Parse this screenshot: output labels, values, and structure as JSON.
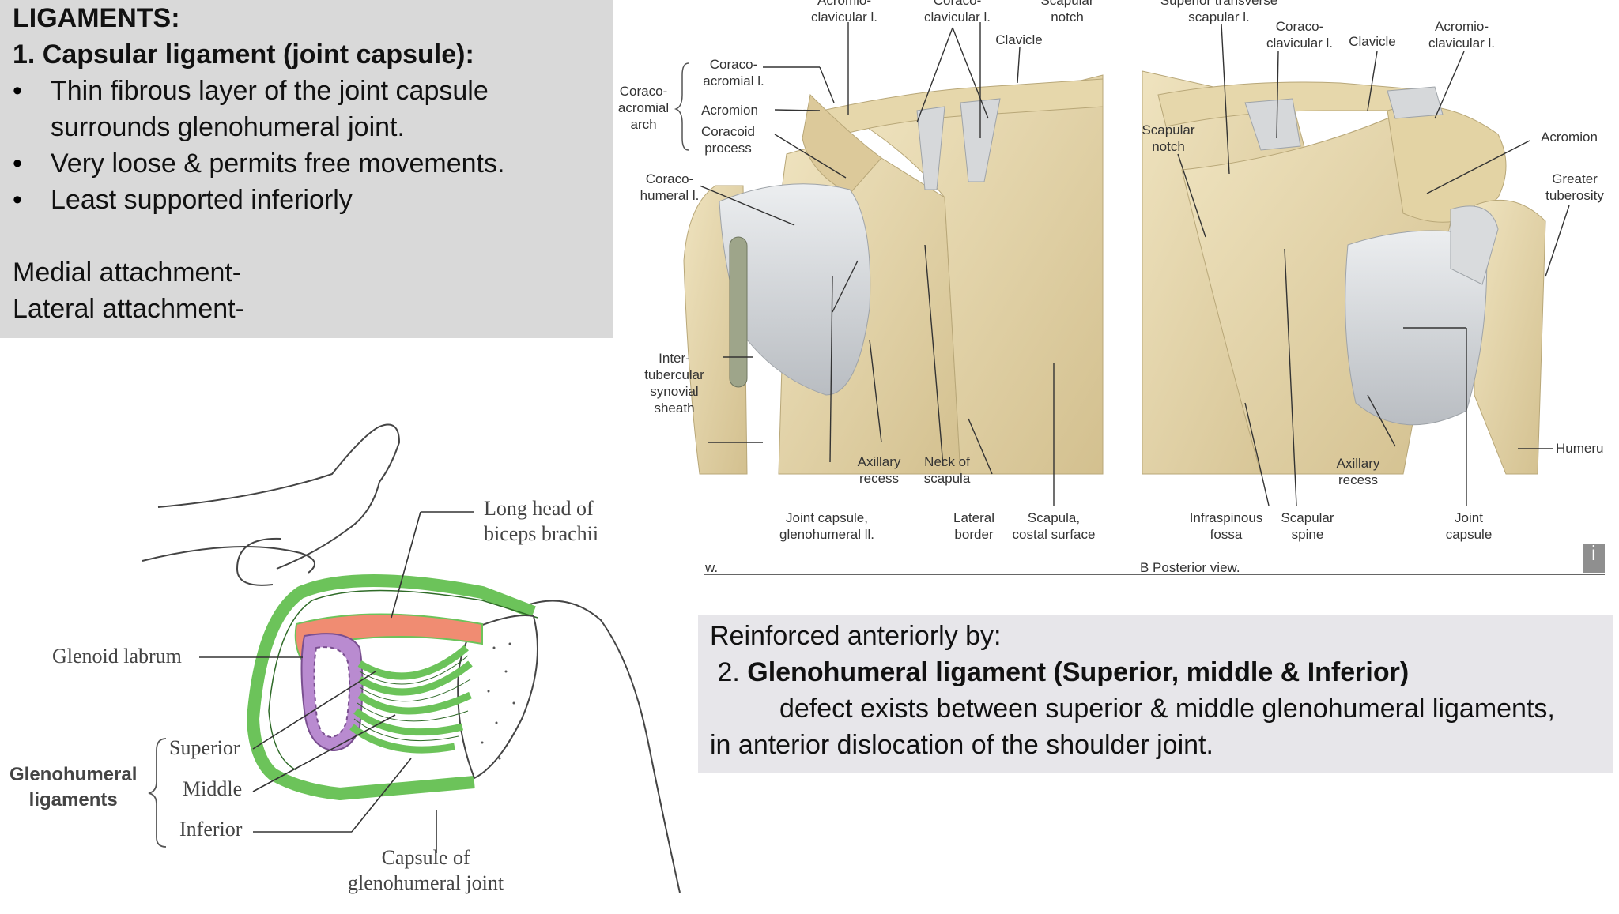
{
  "ligaments_box": {
    "heading": "LIGAMENTS:",
    "item1": "1.   Capsular ligament (joint capsule):",
    "bullets": [
      "Thin fibrous layer of the joint capsule",
      "surrounds  glenohumeral joint.",
      "Very loose & permits free movements.",
      "Least supported inferiorly"
    ],
    "medial": "Medial attachment-",
    "lateral": "Lateral attachment-"
  },
  "reinforced_box": {
    "line1": "Reinforced anteriorly by:",
    "line2_prefix": " 2. ",
    "line2_bold": "Glenohumeral ligament (Superior, middle & Inferior)",
    "line3": "defect exists between superior & middle glenohumeral ligaments,",
    "line4": "in anterior dislocation of the shoulder joint."
  },
  "anterior_labels": {
    "ac_top": "Acromio-\nclavicular l.",
    "cc_top": "Coraco-\nclavicular l.",
    "scap_notch_top": "Scapular\nnotch",
    "clavicle": "Clavicle",
    "coracoacromial_l": "Coraco-\nacromial l.",
    "coracoacromial_arch": "Coraco-\nacromial\narch",
    "acromion": "Acromion",
    "coracoid": "Coracoid\nprocess",
    "coracohumeral": "Coraco-\nhumeral l.",
    "intertubercular": "Inter-\ntubercular\nsynovial\nsheath",
    "axillary": "Axillary\nrecess",
    "neck": "Neck of\nscapula",
    "joint_capsule": "Joint capsule,\nglenohumeral ll.",
    "lateral_border": "Lateral\nborder",
    "costal": "Scapula,\ncostal surface",
    "caption_left": "w.",
    "info_icon": "i"
  },
  "posterior_labels": {
    "sup_transverse": "Superior transverse\nscapular l.",
    "cc": "Coraco-\nclavicular l.",
    "clavicle": "Clavicle",
    "ac": "Acromio-\nclavicular l.",
    "acromion": "Acromion",
    "greater_tub": "Greater\ntuberosity",
    "scap_notch": "Scapular\nnotch",
    "humerus": "Humeru",
    "axillary": "Axillary\nrecess",
    "infraspinous": "Infraspinous\nfossa",
    "scap_spine": "Scapular\nspine",
    "joint_capsule": "Joint\ncapsule",
    "caption": "B  Posterior view."
  },
  "diagram_labels": {
    "long_head": "Long head of\nbiceps brachii",
    "glenoid": "Glenoid labrum",
    "gh_ligaments": "Glenohumeral\nligaments",
    "superior": "Superior",
    "middle": "Middle",
    "inferior": "Inferior",
    "capsule": "Capsule of\nglenohumeral joint"
  },
  "colors": {
    "box_grey": "#d9d9d9",
    "box_light": "#e7e6ea",
    "ligament_green": "#6cc35a",
    "labrum_purple": "#b98bd0",
    "biceps_orange": "#f08c72",
    "bone": "#e3d3a8",
    "ligament_grey": "#d4d6d8"
  }
}
